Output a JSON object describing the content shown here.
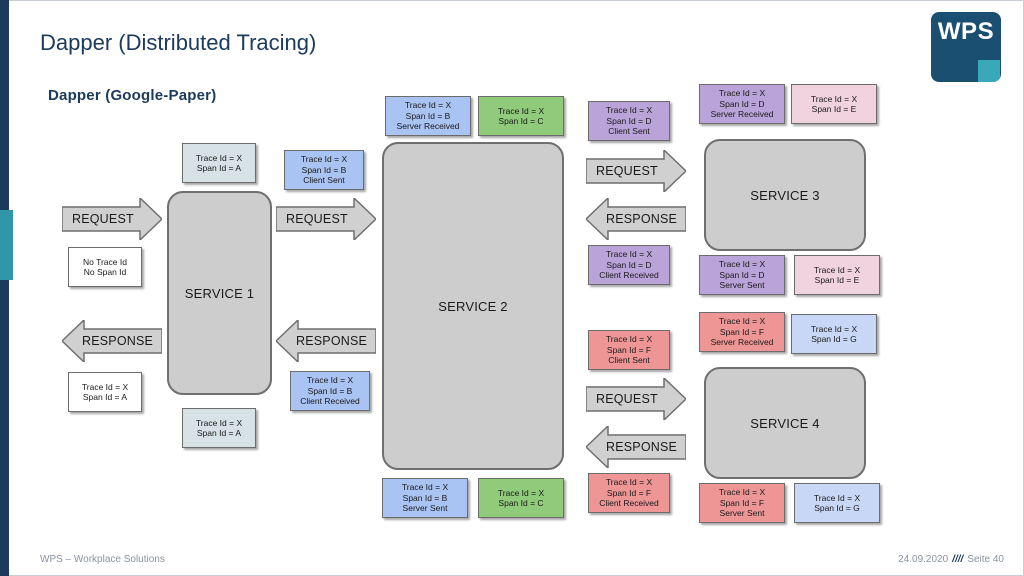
{
  "slide": {
    "title": "Dapper (Distributed Tracing)",
    "subtitle": "Dapper (Google-Paper)",
    "logo": "WPS",
    "footer_left": "WPS – Workplace Solutions",
    "footer_date": "24.09.2020",
    "footer_sep": "////",
    "footer_page": "Seite 40"
  },
  "colors": {
    "grey_note": "#d6e2e5",
    "white_note": "#ffffff",
    "blue_note": "#a9c3f2",
    "green_note": "#8fcb7a",
    "purple_note": "#b9a3d9",
    "pink_note": "#f1d3df",
    "red_note": "#ee9696",
    "lightblue_note": "#c9d7f6",
    "service_fill": "#cdcdcd",
    "arrow_fill": "#d0d0d0"
  },
  "services": {
    "s1": "SERVICE 1",
    "s2": "SERVICE 2",
    "s3": "SERVICE 3",
    "s4": "SERVICE 4"
  },
  "arrows": {
    "a1": "REQUEST",
    "a2": "RESPONSE",
    "a3": "REQUEST",
    "a4": "RESPONSE",
    "a5": "REQUEST",
    "a6": "RESPONSE",
    "a7": "REQUEST",
    "a8": "RESPONSE"
  },
  "notes": {
    "n1": [
      "No Trace Id",
      "No Span Id"
    ],
    "n2": [
      "Trace Id = X",
      "Span Id = A"
    ],
    "n3": [
      "Trace Id = X",
      "Span Id = A"
    ],
    "n4": [
      "Trace Id = X",
      "Span Id = A"
    ],
    "n5": [
      "Trace Id = X",
      "Span Id = B",
      "Client Sent"
    ],
    "n6": [
      "Trace Id = X",
      "Span Id = B",
      "Client Received"
    ],
    "n7": [
      "Trace Id = X",
      "Span Id = B",
      "Server Received"
    ],
    "n8": [
      "Trace Id = X",
      "Span Id = C"
    ],
    "n9": [
      "Trace Id = X",
      "Span Id = B",
      "Server Sent"
    ],
    "n10": [
      "Trace Id = X",
      "Span Id = C"
    ],
    "n11": [
      "Trace Id = X",
      "Span Id = D",
      "Client Sent"
    ],
    "n12": [
      "Trace Id = X",
      "Span Id = D",
      "Client Received"
    ],
    "n13": [
      "Trace Id = X",
      "Span Id = D",
      "Server Received"
    ],
    "n14": [
      "Trace Id = X",
      "Span Id = E"
    ],
    "n15": [
      "Trace Id = X",
      "Span Id = D",
      "Server Sent"
    ],
    "n16": [
      "Trace Id = X",
      "Span Id = E"
    ],
    "n17": [
      "Trace Id = X",
      "Span Id = F",
      "Client Sent"
    ],
    "n18": [
      "Trace Id = X",
      "Span Id = F",
      "Client Received"
    ],
    "n19": [
      "Trace Id = X",
      "Span Id = F",
      "Server Received"
    ],
    "n20": [
      "Trace Id = X",
      "Span Id = G"
    ],
    "n21": [
      "Trace Id = X",
      "Span Id = F",
      "Server Sent"
    ],
    "n22": [
      "Trace Id = X",
      "Span Id = G"
    ]
  }
}
